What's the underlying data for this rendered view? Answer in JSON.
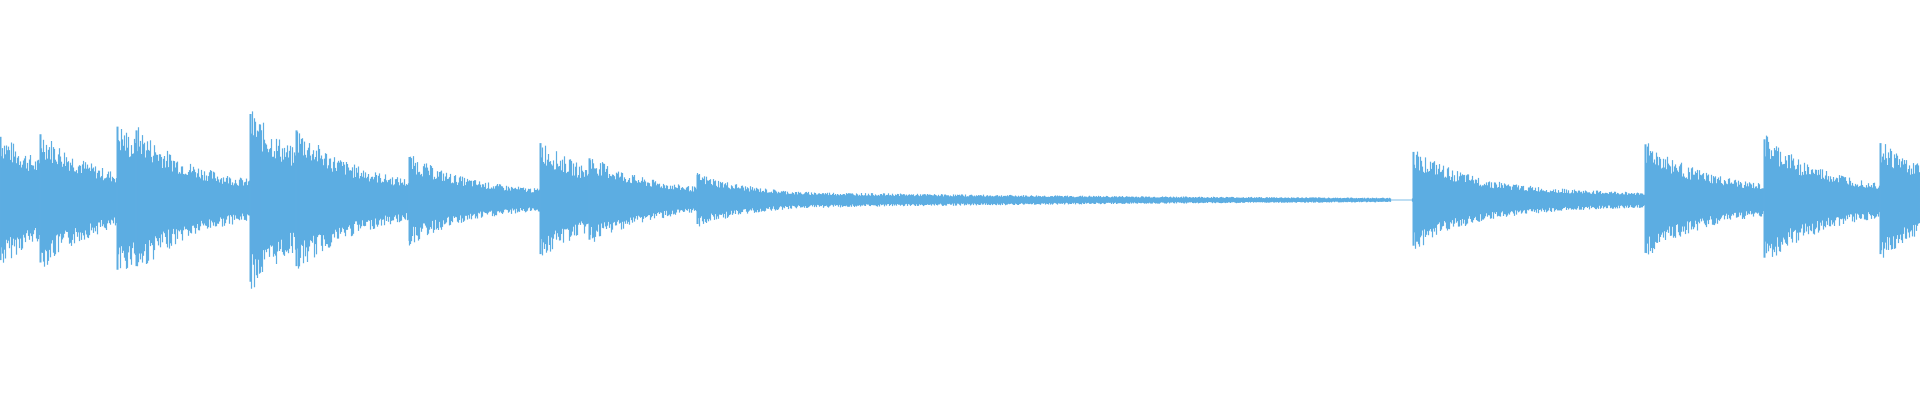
{
  "waveform": {
    "color": "#5dade2",
    "background": "#ffffff",
    "silence_threshold_note": "",
    "onsets": [
      {
        "t": 0.0,
        "amp": 0.5
      },
      {
        "t": 0.021,
        "amp": 0.52
      },
      {
        "t": 0.061,
        "amp": 0.58
      },
      {
        "t": 0.071,
        "amp": 0.55
      },
      {
        "t": 0.13,
        "amp": 0.68
      },
      {
        "t": 0.154,
        "amp": 0.55
      },
      {
        "t": 0.213,
        "amp": 0.34
      },
      {
        "t": 0.281,
        "amp": 0.45
      },
      {
        "t": 0.307,
        "amp": 0.33
      },
      {
        "t": 0.363,
        "amp": 0.2
      },
      {
        "t": 0.736,
        "amp": 0.38
      },
      {
        "t": 0.857,
        "amp": 0.44
      },
      {
        "t": 0.919,
        "amp": 0.48
      },
      {
        "t": 0.979,
        "amp": 0.45
      }
    ],
    "gap": {
      "start": 0.724,
      "end": 0.735
    }
  }
}
